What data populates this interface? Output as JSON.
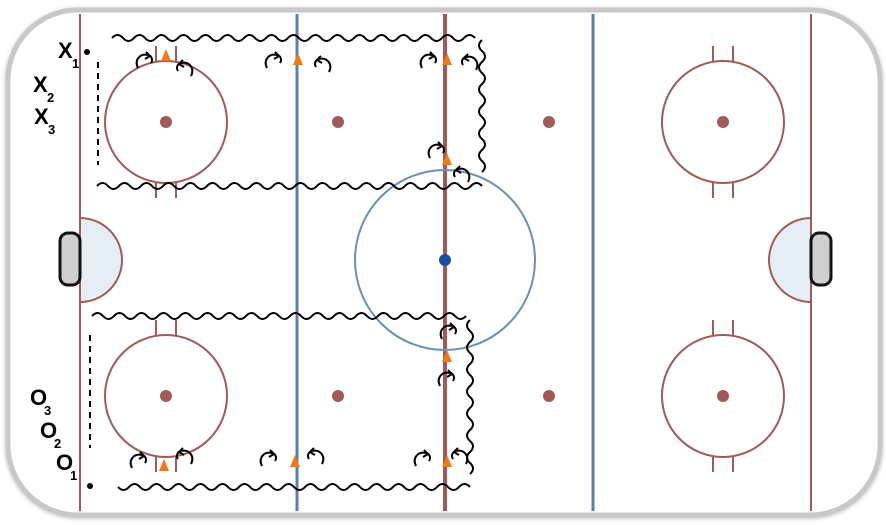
{
  "rink": {
    "board_color": "#c8c8c8",
    "ice_color": "#ffffff",
    "red_line_color": "#a05a5a",
    "blue_line_color": "#5a7fa8",
    "circle_color": "#a05a5a",
    "center_circle_color": "#6a90b8",
    "center_dot_color": "#1a4fa0",
    "crease_fill": "#e6eef5",
    "net_fill": "#cfcfcf"
  },
  "drill": {
    "skate_color": "#000000",
    "cone_color": "#f07a1a",
    "players": [
      {
        "symbol": "X",
        "number": "1"
      },
      {
        "symbol": "X",
        "number": "2"
      },
      {
        "symbol": "X",
        "number": "3"
      },
      {
        "symbol": "O",
        "number": "3"
      },
      {
        "symbol": "O",
        "number": "2"
      },
      {
        "symbol": "O",
        "number": "1"
      }
    ]
  }
}
